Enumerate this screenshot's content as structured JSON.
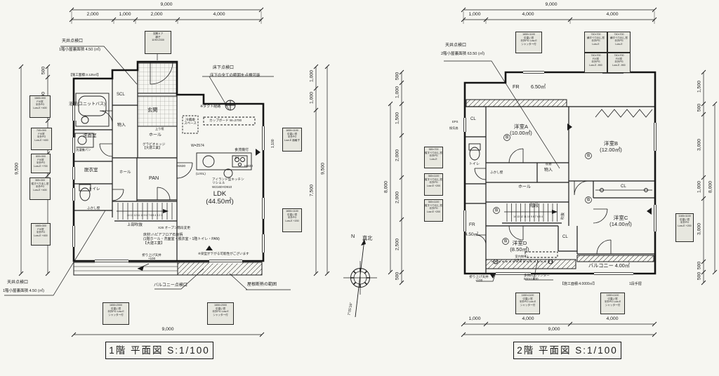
{
  "page": {
    "background": "#f6f6f1",
    "ink": "#1b1b1b"
  },
  "compass": {
    "n": "N",
    "label": "真北",
    "angle": "7°05′16″"
  },
  "plan1": {
    "title": "1階 平面図 S:1/100",
    "dims": {
      "top_overall": "9,000",
      "top_segs": [
        "2,000",
        "1,000",
        "2,000",
        "4,000"
      ],
      "bottom_overall": "9,000",
      "left_overall": "9,500",
      "left_segs": [
        "500",
        "2,000",
        "1,500",
        "1,000",
        "1,000",
        "3,500"
      ],
      "right_overall": "9,500",
      "right_segs": [
        "1,000",
        "1,000",
        "7,500"
      ]
    },
    "rooms": {
      "bath": "浴室(ユニットバス)",
      "senmen": "洗面室",
      "datsui": "脱衣室",
      "toilet": "トイレ",
      "scl": "SCL",
      "genkan": "玄関",
      "mono": "物入",
      "hall1": "ホール",
      "hall2": "ホール",
      "pan": "PAN",
      "ldk": "LDK\n(44.50㎡)",
      "upper_void": "上部吹抜"
    },
    "annot": {
      "ceil_top1": "天井点検口",
      "ceil_top2": "1階小屋裏面積  4.50 (㎡)",
      "ceil_bot1": "天井点検口",
      "ceil_bot2": "1階小屋裏面積  4.50 (㎡)",
      "yuka1": "床下点検口",
      "yuka2": "床下の全ての範囲を点検可能",
      "duct": "※ダクト経路",
      "duct_dim": "1,100",
      "area": "【施工面積:3.125㎡】",
      "agari": "上り框",
      "gravio": "グラビオエッジ\n【大建工業】",
      "fridge": "冷蔵庫\nスペース",
      "cupboard": "カップボード W=2700",
      "kw": "W=2574",
      "hi1": "Hi630",
      "hi2": "Hi630",
      "lixil": "(LIXIL)",
      "ih": "IH",
      "dish": "食洗機付",
      "island": "アイランド型キッチン\nリシェル\nW2160×D910",
      "openstair": "X26  オープン階段変更",
      "stair_nums": "14 13 12 11 10 9 8 7 6 5 4 3 2 1",
      "fukashi": "ふかし壁",
      "washer": "洗濯機パン",
      "floor": "床材:ハピアフロア石目柄\n(1階ホール・洗面室・脱衣室・1階トイレ・PAN)\n【大建工業】",
      "raised": "折り上げ天井\n+100",
      "beam": "※梁型が下がる可能性がございます",
      "balc": "バルコニー点検口",
      "roof": "屋根断熱の範囲"
    },
    "specs": {
      "door": "玄関ドア\n親子\n1190×2330",
      "l1": "1665×300\nFIX窓\n半外PG\nLow-E +400",
      "l2": "740×300\nFIX窓\n半外PG\nLow-E +400",
      "l3": "600×300\nFIX窓\n半外PG\nLow-E +700",
      "l4": "365×300\n縦すべり出し窓\n半外PG\nLow-E +400",
      "l5": "1665×300\nFIX窓\n半外PG\nLow-E +400",
      "r1": "1650×1100\n引違い窓\n半外PG\nLow-E 面格子",
      "r2": "1650×1100\n引違い窓\n半外PG\nLow-E +200",
      "b1": "1650×2000\n引違い窓\n半外PG Low-E\nシャッター付",
      "b2": "1650×2000\n引違い窓\n半外PG Low-E\nシャッター付"
    }
  },
  "plan2": {
    "title": "2階 平面図 S:1/100",
    "dims": {
      "top_overall": "9,000",
      "top_segs": [
        "1,000",
        "4,000",
        "4,000"
      ],
      "bottom_overall": "9,000",
      "bottom_segs": [
        "1,000",
        "4,000",
        "4,000"
      ],
      "left_overall": "8,000",
      "left_segs": [
        "500",
        "1,000",
        "1,500",
        "2,000",
        "2,000",
        "2,500",
        "500"
      ],
      "right_overall": "8,000",
      "right_segs": [
        "1,500",
        "500",
        "3,000",
        "1,000",
        "3,000",
        "500",
        "500"
      ]
    },
    "rooms": {
      "fr1": "FR",
      "fr1a": "6.50㎡",
      "yA": "洋室A\n(10.00㎡)",
      "yB": "洋室B\n(12.00㎡)",
      "yC": "洋室C\n(14.00㎡)",
      "yD": "洋室D\n(8.50㎡)",
      "fr2": "FR",
      "fr2a": "4.50㎡",
      "cl1": "CL",
      "cl2": "CL",
      "cl3": "CL",
      "mono": "物入",
      "hall": "ホール",
      "toilet": "トイレ",
      "stairs": "階段",
      "void": "吹抜",
      "balcony": "バルコニー  4.00㎡"
    },
    "annot": {
      "ceil1": "天井点検口",
      "ceil2": "2階小屋裏面積  63.50 (㎡)",
      "makura": "枕棚",
      "fukashi": "ふかし壁",
      "eps": "EPS",
      "fan": "換気扇",
      "hosu": "室内物干し\nホスクリーン",
      "counter": "多目的カウンター\n600×1600",
      "raised": "折り上げ天井\n+100",
      "area": "【施工面積:4.0000㎡】",
      "tesuri": "1段手摺",
      "stair_nums": "14 13 12 11 10 9 8 7 6 5 4",
      "kan": "換"
    },
    "specs": {
      "t1": "1650×1100\n引違い窓\n半外PG Low-E\nシャッター付",
      "t2": "740×700\n横すべり出し窓\n半外PG\nLow-E",
      "t3": "740×700\n横すべり出し窓\n半外PG\nLow-E",
      "t4": "740×700\nFIX窓\n半外PG\nLow-E -900",
      "t5": "740×700\nFIX窓\n半外PG\nLow-E -900",
      "l1": "365×700\n縦すべり出し窓\n半外PG\nLow-E",
      "l2": "365×1100\n縦すべり出し窓\n半外PG\nLow-E +200",
      "l3": "365×1100\n縦すべり出し窓\n半外PG\nLow-E +200",
      "r1": "1165×1100\n引違い窓\n半外PG\nLow-E +200",
      "b1": "1650×1100\n引違い窓\n半外PG Low-E\nシャッター付",
      "b2": "1650×1100\n引違い窓\n半外PG Low-E\nシャッター付"
    }
  }
}
